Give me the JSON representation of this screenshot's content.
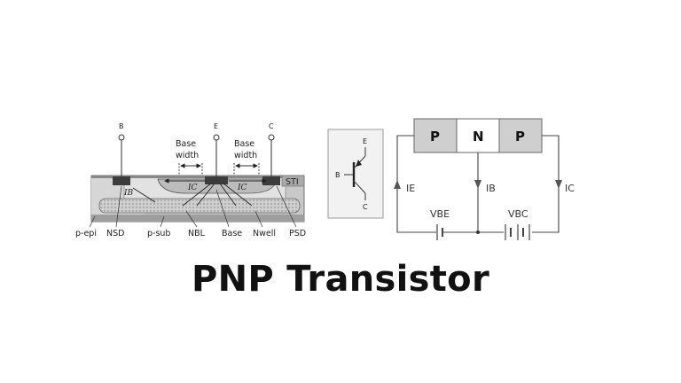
{
  "title": "PNP Transistor",
  "cross_section": {
    "terminals": {
      "b": "B",
      "e": "E",
      "c": "C"
    },
    "base_width_top": "Base",
    "base_width_bottom": "width",
    "sti": "STI",
    "ib_label": "IB",
    "ic_label": "IC",
    "bottom_labels": [
      "p-epi",
      "NSD",
      "p-sub",
      "NBL",
      "Base",
      "Nwell",
      "PSD"
    ]
  },
  "symbol": {
    "e": "E",
    "b": "B",
    "c": "C"
  },
  "circuit": {
    "regions": [
      "P",
      "N",
      "P"
    ],
    "ie": "IE",
    "ib": "IB",
    "ic": "IC",
    "vbe": "VBE",
    "vbc": "VBC"
  },
  "colors": {
    "light_gray": "#d4d4d4",
    "mid_gray": "#bdbdbd",
    "dark_gray": "#666666",
    "contact_dark": "#3c3c3c",
    "box_fill": "#cfcfcf"
  }
}
